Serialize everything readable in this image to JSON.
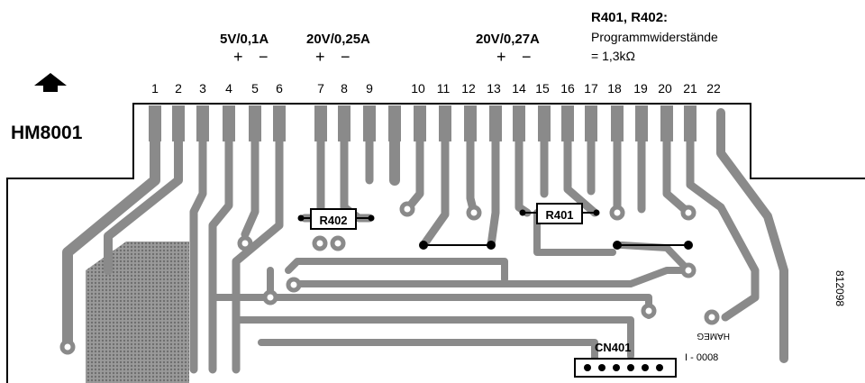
{
  "board": {
    "title": "HM8001",
    "part_code": "I - 0008",
    "side_code": "812098",
    "rev_mark": "HAMEG",
    "connector_label": "CN401"
  },
  "header": {
    "resistor_note_title": "R401, R402:",
    "resistor_note_line1": "Programmwiderstände",
    "resistor_note_line2": "= 1,3kΩ"
  },
  "supplies": [
    {
      "label": "5V/0,1A",
      "plus": "+",
      "minus": "−"
    },
    {
      "label": "20V/0,25A",
      "plus": "+",
      "minus": "−"
    },
    {
      "label": "20V/0,27A",
      "plus": "+",
      "minus": "−"
    }
  ],
  "pins": [
    "1",
    "2",
    "3",
    "4",
    "5",
    "6",
    "7",
    "8",
    "9",
    "10",
    "11",
    "12",
    "13",
    "14",
    "15",
    "16",
    "17",
    "18",
    "19",
    "20",
    "21",
    "22"
  ],
  "components": [
    {
      "ref": "R402"
    },
    {
      "ref": "R401"
    }
  ]
}
